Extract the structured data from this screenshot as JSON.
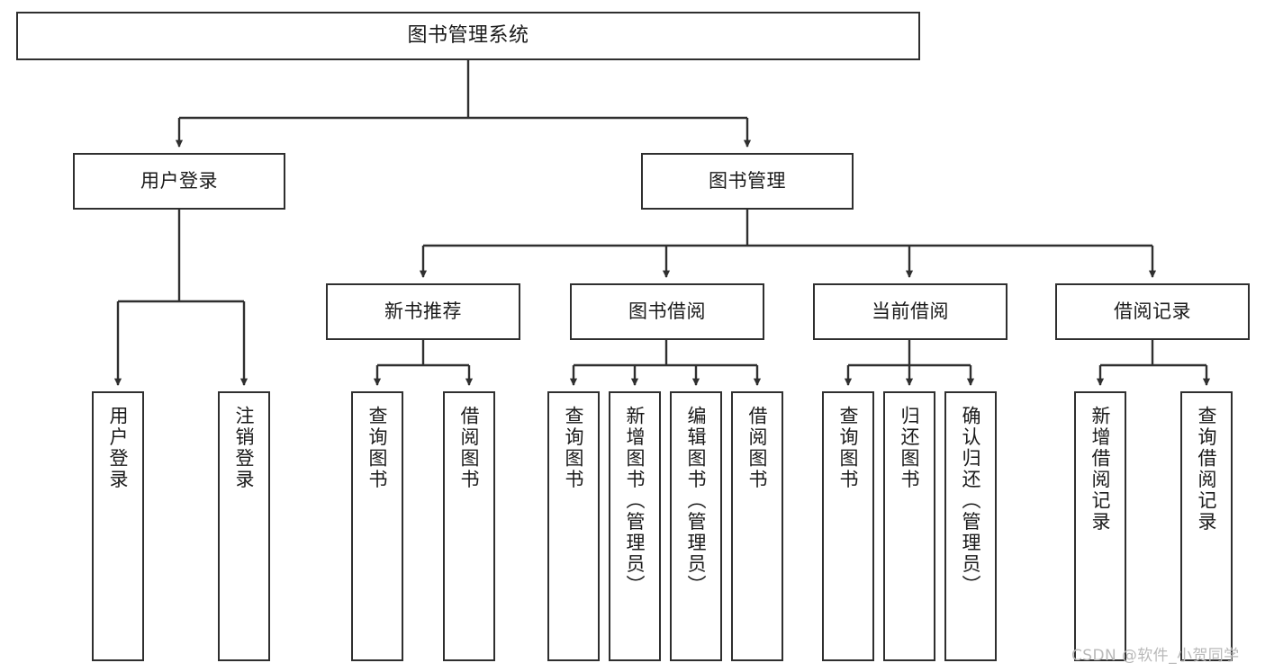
{
  "diagram": {
    "title": "图书管理系统",
    "type": "hierarchy-tree",
    "orientation": "top-down",
    "colors": {
      "stroke": "#2f2f2f",
      "fill": "#ffffff",
      "text": "#1a1a1a",
      "watermark": "#b9b9b9"
    },
    "root": {
      "label": "图书管理系统"
    },
    "level2": [
      {
        "label": "用户登录"
      },
      {
        "label": "图书管理"
      }
    ],
    "level3": [
      {
        "label": "新书推荐"
      },
      {
        "label": "图书借阅"
      },
      {
        "label": "当前借阅"
      },
      {
        "label": "借阅记录"
      }
    ],
    "leaves": {
      "user_login": [
        {
          "label": "用户登录"
        },
        {
          "label": "注销登录"
        }
      ],
      "new_book_recommend": [
        {
          "label": "查询图书"
        },
        {
          "label": "借阅图书"
        }
      ],
      "book_borrow": [
        {
          "label": "查询图书"
        },
        {
          "label": "新增图书（管理员）"
        },
        {
          "label": "编辑图书（管理员）"
        },
        {
          "label": "借阅图书"
        }
      ],
      "current_borrow": [
        {
          "label": "查询图书"
        },
        {
          "label": "归还图书"
        },
        {
          "label": "确认归还（管理员）"
        }
      ],
      "borrow_record": [
        {
          "label": "新增借阅记录"
        },
        {
          "label": "查询借阅记录"
        }
      ]
    },
    "watermark": "CSDN @软件_小贺同学"
  }
}
